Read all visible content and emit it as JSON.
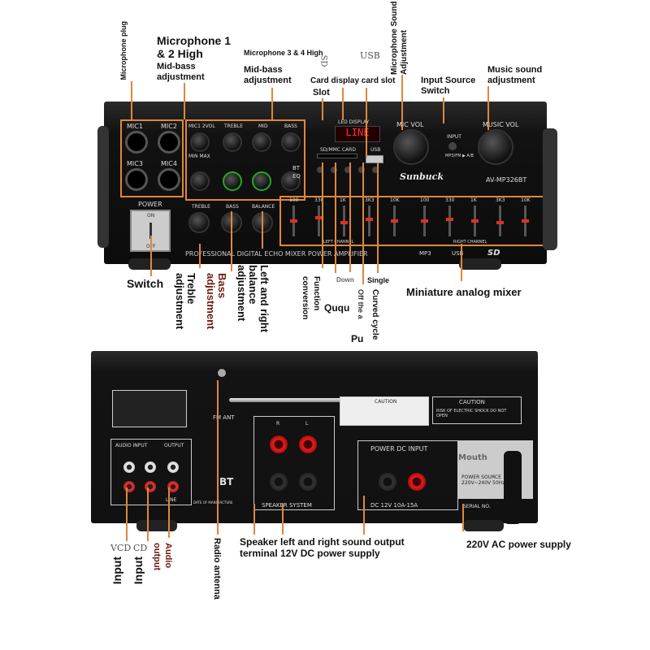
{
  "annotations_top": {
    "mic_plug": "Microphone plug",
    "mic12": "Microphone 1 & 2 High",
    "midbass1": "Mid-bass adjustment",
    "mic34": "Microphone 3 & 4 High",
    "midbass2": "Mid-bass adjustment",
    "sd": "SD",
    "usb": "USB",
    "card_display": "Card display card slot",
    "slot": "Slot",
    "mic_sound": "Microphone Sound Adjustment",
    "input_source": "Input Source Switch",
    "music_sound": "Music sound adjustment"
  },
  "annotations_bottom": {
    "switch": "Switch",
    "treble": "Treble adjustment",
    "bass": "Bass adjustment",
    "balance": "Left and right balance adjustment",
    "function": "Function conversion",
    "down": "Down",
    "single": "Single",
    "ququ": "Ququ",
    "off": "Off the a",
    "pu": "Pu",
    "curved": "Curved cycle",
    "mixer": "Miniature analog mixer"
  },
  "annotations_back": {
    "vcd": "VCD",
    "cd": "CD",
    "input1": "Input",
    "input2": "Input",
    "audio_out": "Audio output",
    "radio": "Radio antenna",
    "speaker": "Speaker left and right sound output terminal 12V DC power supply",
    "ac": "220V AC power supply"
  },
  "front": {
    "mic_labels": [
      "MIC1",
      "MIC2",
      "MIC3",
      "MIC4"
    ],
    "power": "POWER",
    "on": "ON",
    "off": "OFF",
    "row1": [
      "MIC1 2VOL",
      "TREBLE",
      "MID",
      "BASS"
    ],
    "row3": [
      "TREBLE",
      "BASS",
      "BALANCE"
    ],
    "minmax": "MIN   MAX",
    "led_display": "LED DISPLAY",
    "led_text": "LINE",
    "sd_card": "SD/MMC CARD",
    "usb": "USB",
    "bt": "BT",
    "eq": "EQ",
    "mic_vol": "MIC VOL",
    "input": "INPUT",
    "music_vol": "MUSIC VOL",
    "mode": "MP3/FM ▶ A/B",
    "brand": "Sunbuck",
    "model": "AV-MP326BT",
    "eq_freqs": [
      "100",
      "330",
      "1K",
      "3K3",
      "10K",
      "100",
      "330",
      "1K",
      "3K3",
      "10K"
    ],
    "eq_levels": [
      0.5,
      0.6,
      0.45,
      0.55,
      0.5,
      0.5,
      0.55,
      0.5,
      0.45,
      0.5
    ],
    "left_channel": "LEFT CHANNEL",
    "right_channel": "RIGHT CHANNEL",
    "tagline": "PROFESSIONAL DIGITAL ECHO MIXER POWER AMPLIFIER",
    "mp3": "MP3",
    "usb_logo": "USB",
    "sd_logo": "SD"
  },
  "back": {
    "fm_ant": "FM ANT",
    "audio_input": "AUDIO INPUT",
    "output": "OUTPUT",
    "line": "LINE",
    "speaker_system": "SPEAKER SYSTEM",
    "power_dc": "POWER DC INPUT",
    "dc_rating": "DC 12V 10A-15A",
    "caution": "CAUTION",
    "caution_text": "RISK OF ELECTRIC SHOCK DO NOT OPEN",
    "caution_small": "CAUTION",
    "mouth": "Mouth",
    "power_source": "POWER SOURCE 220V~240V 50Hz",
    "serial": "SERIAL NO.",
    "date": "DATE OF MANUFACTURE",
    "bt": "BT",
    "r": "R",
    "l": "L"
  }
}
